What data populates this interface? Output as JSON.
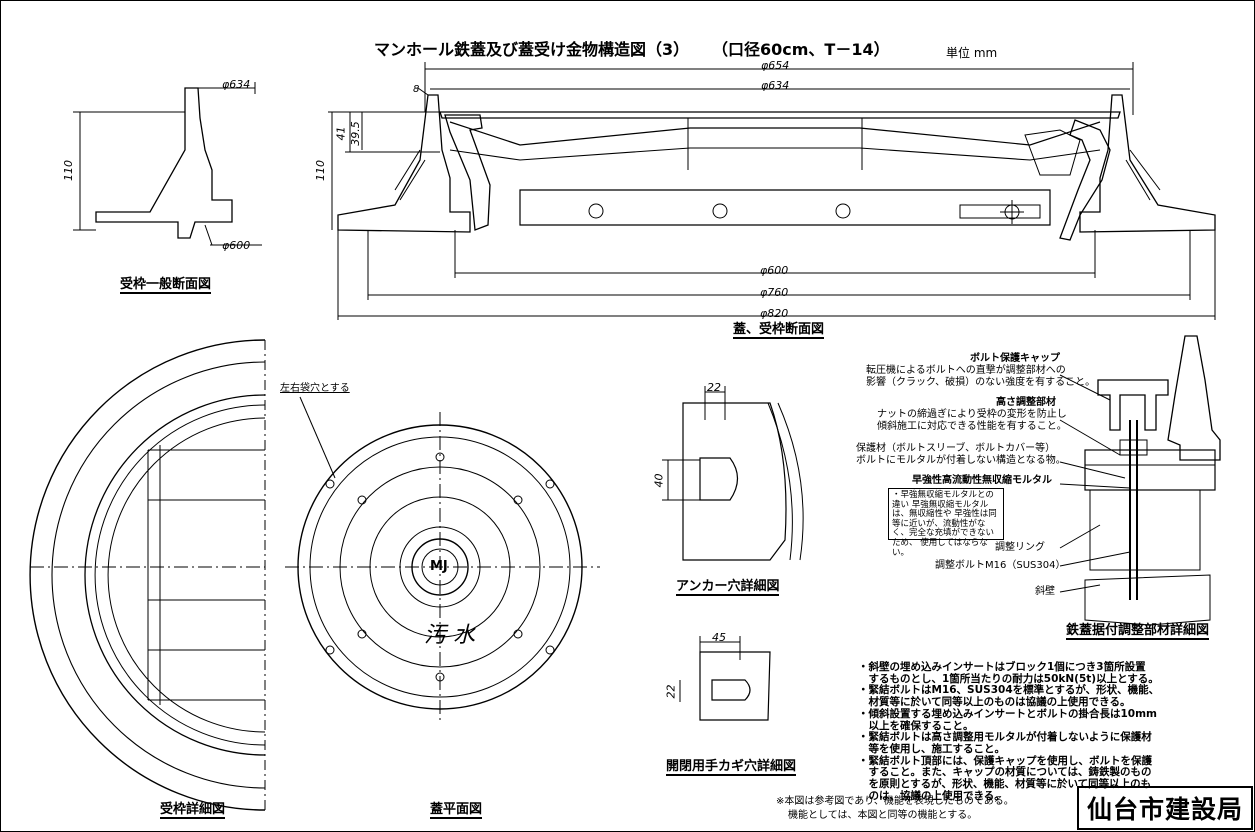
{
  "title": {
    "main": "マンホール鉄蓋及び蓋受け金物構造図（3）",
    "spec": "（口径60cm、T－14）",
    "unit": "単位 mm"
  },
  "dimensions": {
    "left_top": "φ634",
    "left_bottom": "φ600",
    "left_height": "110",
    "sec_654": "φ654",
    "sec_634": "φ634",
    "sec_8": "8",
    "sec_41": "41",
    "sec_395": "39.5",
    "sec_110": "110",
    "sec_600": "φ600",
    "sec_760": "φ760",
    "sec_820": "φ820",
    "anchor_22": "22",
    "anchor_40": "40",
    "hook_45": "45",
    "hook_22": "22"
  },
  "captions": {
    "frame_section": "受枠一般断面図",
    "cover_section": "蓋、受枠断面図",
    "frame_detail": "受枠詳細図",
    "cover_plan": "蓋平面図",
    "anchor_detail": "アンカー穴詳細図",
    "hook_detail": "開閉用手カギ穴詳細図",
    "adjust_detail": "鉄蓋据付調整部材詳細図"
  },
  "plan_labels": {
    "left_right": "左右袋穴とする",
    "cover_word": "汚 水",
    "mark": "MJ"
  },
  "callouts": {
    "bolt_cap": "ボルト保護キャップ",
    "bolt_cap_desc1": "転圧機によるボルトへの直撃が調整部材への",
    "bolt_cap_desc2": "影響（クラック、破損）のない強度を有すること。",
    "height_adj": "高さ調整部材",
    "height_adj_desc1": "ナットの締過ぎにより受枠の変形を防止し",
    "height_adj_desc2": "傾斜施工に対応できる性能を有すること。",
    "protect": "保護材（ボルトスリーブ、ボルトカバー等）",
    "protect_desc": "ボルトにモルタルが付着しない構造となる物。",
    "mortar": "早強性高流動性無収縮モルタル",
    "mortar_box": "・早強無収縮モルタルとの違い 早強無収縮モルタルは、無収縮性や 早強性は同等に近いが、流動性がな く、完全な充填ができないため、 使用してはならない。",
    "ring": "調整リング",
    "bolt": "調整ボルトM16（SUS304）",
    "slab": "斜壁"
  },
  "notes": [
    "・斜壁の埋め込みインサートはブロック1個につき3箇所設置",
    "　するものとし、1箇所当たりの耐力は50kN(5t)以上とする。",
    "・緊結ボルトはM16、SUS304を標準とするが、形状、機能、",
    "　材質等に於いて同等以上のものは協議の上使用できる。",
    "・傾斜設置する埋め込みインサートとボルトの掛合長は10mm",
    "　以上を確保すること。",
    "・緊結ボルトは高さ調整用モルタルが付着しないように保護材",
    "　等を使用し、施工すること。",
    "・緊結ボルト頂部には、保護キャップを使用し、ボルトを保護",
    "　すること。また、キャップの材質については、鋳鉄製のもの",
    "　を原則とするが、形状、機能、材質等に於いて同等以上のも",
    "　のは、協議の上使用できる。"
  ],
  "footnote": [
    "※本図は参考図であり、機能を表現したものである。",
    "機能としては、本図と同等の機能とする。"
  ],
  "agency": "仙台市建設局"
}
